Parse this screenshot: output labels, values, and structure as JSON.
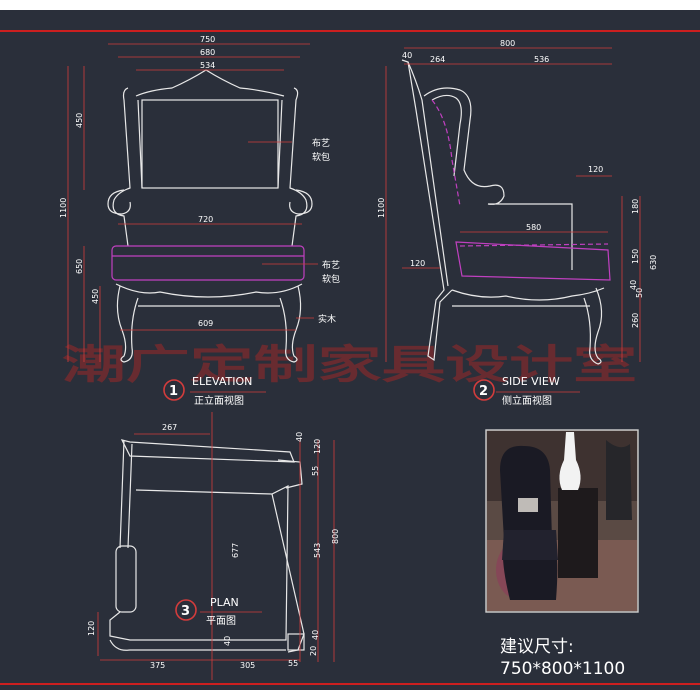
{
  "colors": {
    "background": "#2a2f3a",
    "line": "#e8e8e8",
    "dimension": "#d23c3c",
    "seat": "#c040c0",
    "border": "#cc1f1f",
    "watermark": "#9a2828"
  },
  "watermark": "潮广定制家具设计室",
  "elevation": {
    "number": "1",
    "title": "ELEVATION",
    "subtitle": "正立面视图",
    "dims": {
      "overall_width": "750",
      "arm_width": "680",
      "back_width": "534",
      "seat_width": "720",
      "leg_span": "609",
      "total_height": "1100",
      "back_height": "450",
      "seat_height": "650",
      "leg_height": "450"
    },
    "notes": {
      "back_fabric_1": "布艺",
      "back_fabric_2": "软包",
      "seat_fabric_1": "布艺",
      "seat_fabric_2": "软包",
      "wood": "实木"
    }
  },
  "side": {
    "number": "2",
    "title": "SIDE VIEW",
    "subtitle": "侧立面视图",
    "dims": {
      "overall_depth": "800",
      "top_offset": "40",
      "back_depth": "264",
      "front_depth": "536",
      "arm_end": "120",
      "seat_depth": "580",
      "back_offset": "120",
      "total_height": "1100",
      "arm_height": "180",
      "cushion": "150",
      "seat_total": "630",
      "rail_a": "40",
      "rail_b": "50",
      "leg": "260"
    }
  },
  "plan": {
    "number": "3",
    "title": "PLAN",
    "subtitle": "平面图",
    "dims": {
      "back_width": "267",
      "top_gap": "40",
      "rail": "120",
      "arm": "55",
      "inner_depth": "677",
      "seat_depth": "543",
      "overall_depth": "800",
      "front_rail": "120",
      "left_width": "375",
      "bottom_a": "40",
      "inner_width": "305",
      "right_width": "55",
      "bottom_b": "40",
      "bottom_c": "20"
    }
  },
  "photo": {
    "caption_label": "建议尺寸:",
    "caption_value": "750*800*1100"
  }
}
